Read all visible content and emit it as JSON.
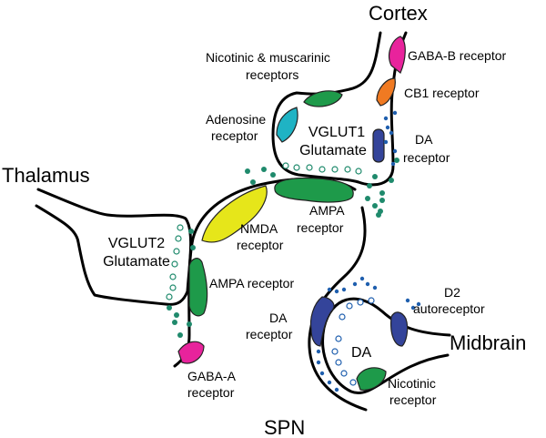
{
  "regions": {
    "cortex": "Cortex",
    "thalamus": "Thalamus",
    "midbrain": "Midbrain",
    "spn": "SPN"
  },
  "terminals": {
    "vglut1": [
      "VGLUT1",
      "Glutamate"
    ],
    "vglut2": [
      "VGLUT2",
      "Glutamate"
    ],
    "da": "DA"
  },
  "labels": {
    "gaba_b": "GABA-B receptor",
    "nicotinic_muscarinic": [
      "Nicotinic & muscarinic",
      "receptors"
    ],
    "cb1": "CB1 receptor",
    "adenosine": [
      "Adenosine",
      "receptor"
    ],
    "da_receptor_cortex": [
      "DA",
      "receptor"
    ],
    "nmda": [
      "NMDA",
      "receptor"
    ],
    "ampa_top": [
      "AMPA",
      "receptor"
    ],
    "ampa_left": "AMPA receptor",
    "d2": [
      "D2",
      "autoreceptor"
    ],
    "da_receptor_spn": [
      "DA",
      "receptor"
    ],
    "gaba_a": [
      "GABA-A",
      "receptor"
    ],
    "nicotinic": [
      "Nicotinic",
      "receptor"
    ]
  },
  "colors": {
    "magenta": "#e8239c",
    "orange": "#f07a22",
    "teal": "#1fb3c4",
    "navy": "#34449a",
    "green": "#1e9a4a",
    "yellow": "#e6e61a",
    "glut_dot": "#1f8a6c",
    "da_dot": "#1f5fae"
  }
}
